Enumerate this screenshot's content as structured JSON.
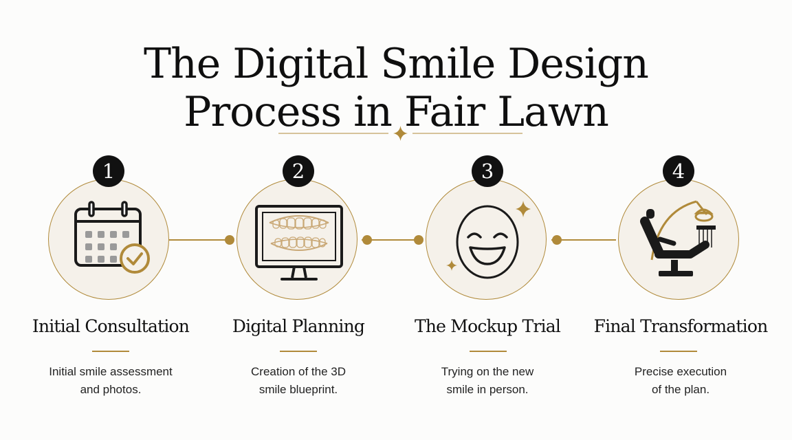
{
  "title": {
    "line1": "The Digital Smile Design",
    "line2": "Process in Fair Lawn"
  },
  "colors": {
    "accent": "#b08a3a",
    "dark": "#111111",
    "circle_fill": "#f5f1ea"
  },
  "steps": [
    {
      "number": "1",
      "title": "Initial Consultation",
      "desc_line1": "Initial smile assessment",
      "desc_line2": "and photos.",
      "icon": "calendar-check-icon"
    },
    {
      "number": "2",
      "title": "Digital Planning",
      "desc_line1": "Creation of the 3D",
      "desc_line2": "smile blueprint.",
      "icon": "monitor-teeth-icon"
    },
    {
      "number": "3",
      "title": "The Mockup Trial",
      "desc_line1": "Trying on the new",
      "desc_line2": "smile in person.",
      "icon": "smiling-face-icon"
    },
    {
      "number": "4",
      "title": "Final Transformation",
      "desc_line1": "Precise execution",
      "desc_line2": "of the plan.",
      "icon": "dental-chair-icon"
    }
  ]
}
